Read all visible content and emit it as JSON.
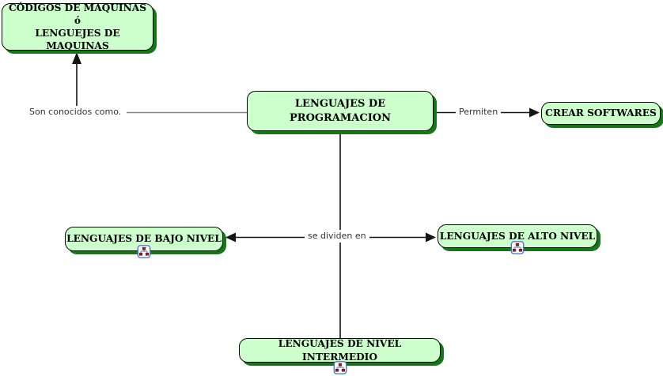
{
  "style": {
    "node_fill": "#ccffcc",
    "node_border": "#000000",
    "node_shadow": "#147814",
    "line_color": "#141414",
    "gray_line_color": "#858585",
    "label_color": "#333333",
    "icon_border": "#4d79d1",
    "icon_node_color": "#8b2020"
  },
  "nodes": {
    "machine_codes": {
      "label": "CÓDIGOS DE MAQUINAS\nó\nLENGUEJES DE MAQUINAS"
    },
    "programming": {
      "label": "LENGUAJES DE PROGRAMACION"
    },
    "crear": {
      "label": "CREAR SOFTWARES"
    },
    "bajo": {
      "label": "LENGUAJES DE BAJO NIVEL",
      "icon": "cmap-resource-icon"
    },
    "alto": {
      "label": "LENGUAJES DE ALTO NIVEL",
      "icon": "cmap-resource-icon"
    },
    "intermedio": {
      "label": "LENGUAJES DE NIVEL  INTERMEDIO",
      "icon": "cmap-resource-icon"
    }
  },
  "links": {
    "son_conocidos": {
      "label": "Son conocidos como."
    },
    "permiten": {
      "label": "Permiten"
    },
    "se_dividen": {
      "label": "se dividen en"
    }
  }
}
